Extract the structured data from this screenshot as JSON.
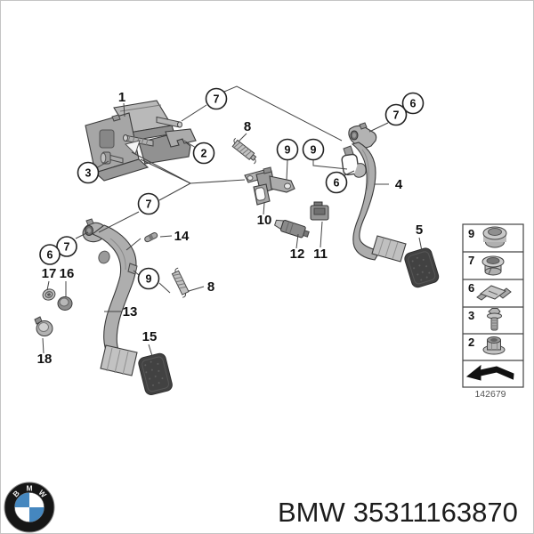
{
  "page": {
    "background": "#ffffff",
    "border_color": "#bdbdbd"
  },
  "diagram": {
    "callouts": [
      {
        "label": "1",
        "circled": false
      },
      {
        "label": "7",
        "circled": true
      },
      {
        "label": "2",
        "circled": true
      },
      {
        "label": "3",
        "circled": true
      },
      {
        "label": "8",
        "circled": false
      },
      {
        "label": "9",
        "circled": true
      },
      {
        "label": "9",
        "circled": true
      },
      {
        "label": "7",
        "circled": true
      },
      {
        "label": "6",
        "circled": true
      },
      {
        "label": "6",
        "circled": true
      },
      {
        "label": "4",
        "circled": false
      },
      {
        "label": "5",
        "circled": false
      },
      {
        "label": "10",
        "circled": false
      },
      {
        "label": "12",
        "circled": false
      },
      {
        "label": "11",
        "circled": false
      },
      {
        "label": "7",
        "circled": true
      },
      {
        "label": "7",
        "circled": true
      },
      {
        "label": "6",
        "circled": true
      },
      {
        "label": "14",
        "circled": false
      },
      {
        "label": "17",
        "circled": false
      },
      {
        "label": "16",
        "circled": false
      },
      {
        "label": "9",
        "circled": true
      },
      {
        "label": "8",
        "circled": false
      },
      {
        "label": "13",
        "circled": false
      },
      {
        "label": "15",
        "circled": false
      },
      {
        "label": "18",
        "circled": false
      }
    ]
  },
  "legend": {
    "rows": [
      {
        "number": "9",
        "icon": "grommet"
      },
      {
        "number": "7",
        "icon": "bushing"
      },
      {
        "number": "6",
        "icon": "clamp"
      },
      {
        "number": "3",
        "icon": "bolt"
      },
      {
        "number": "2",
        "icon": "flange-nut"
      },
      {
        "number": "",
        "icon": "continuation-arrow"
      }
    ],
    "code": "142679"
  },
  "logo": {
    "letters": [
      "B",
      "M",
      "W"
    ],
    "blue": "#4587bf"
  },
  "footer": {
    "brand": "BMW",
    "part_number": "35311163870"
  }
}
